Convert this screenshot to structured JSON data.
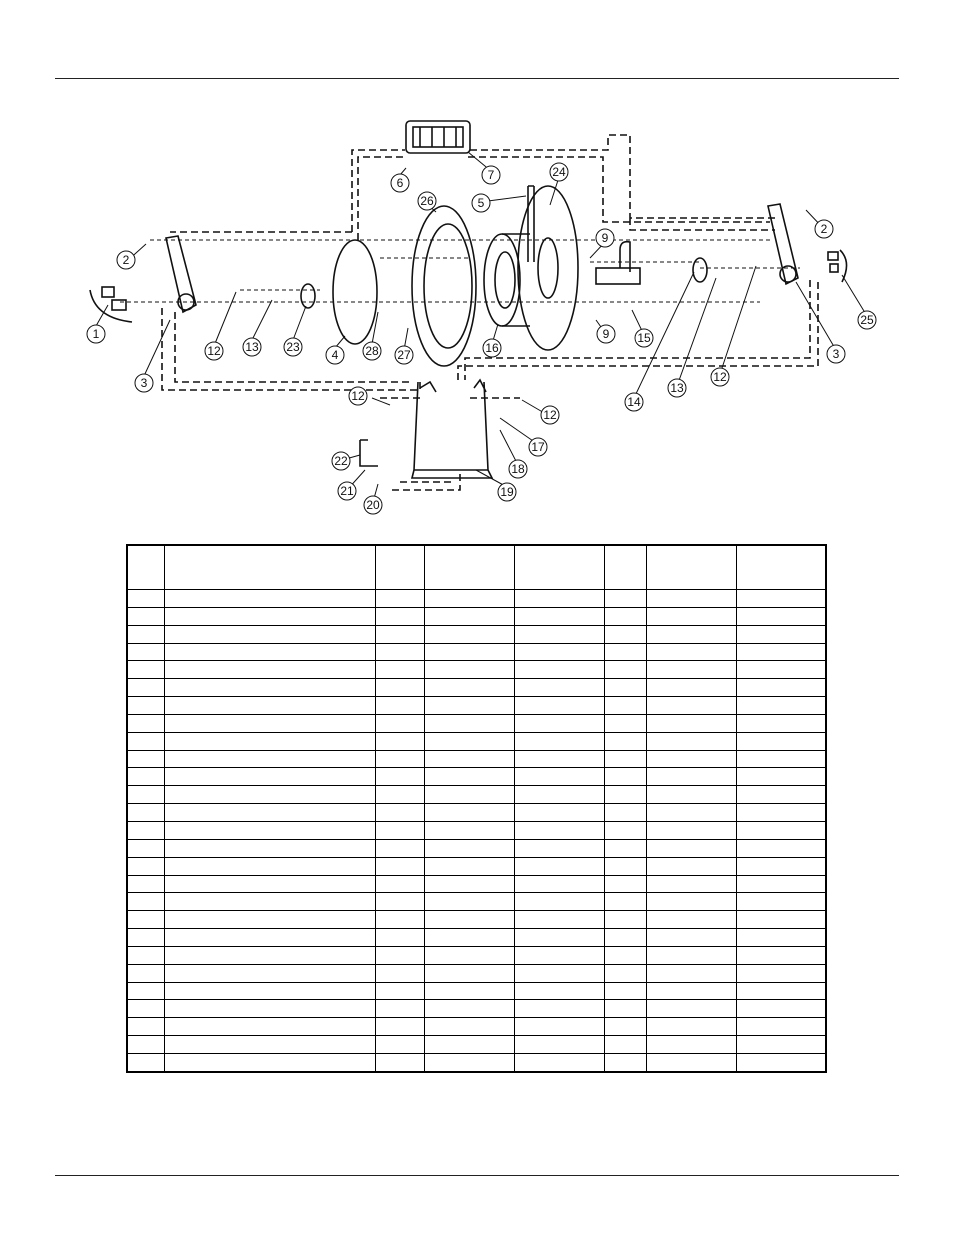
{
  "diagram": {
    "callouts": [
      "1",
      "2",
      "3",
      "4",
      "5",
      "6",
      "7",
      "9",
      "12",
      "13",
      "14",
      "15",
      "16",
      "17",
      "18",
      "19",
      "20",
      "21",
      "22",
      "23",
      "24",
      "25",
      "26",
      "27",
      "28"
    ]
  },
  "parts_table": {
    "columns": [
      "",
      "",
      "",
      "",
      "",
      "",
      "",
      ""
    ],
    "rows": [
      [
        "",
        "",
        "",
        "",
        "",
        "",
        "",
        ""
      ],
      [
        "",
        "",
        "",
        "",
        "",
        "",
        "",
        ""
      ],
      [
        "",
        "",
        "",
        "",
        "",
        "",
        "",
        ""
      ],
      [
        "",
        "",
        "",
        "",
        "",
        "",
        "",
        ""
      ],
      [
        "",
        "",
        "",
        "",
        "",
        "",
        "",
        ""
      ],
      [
        "",
        "",
        "",
        "",
        "",
        "",
        "",
        ""
      ],
      [
        "",
        "",
        "",
        "",
        "",
        "",
        "",
        ""
      ],
      [
        "",
        "",
        "",
        "",
        "",
        "",
        "",
        ""
      ],
      [
        "",
        "",
        "",
        "",
        "",
        "",
        "",
        ""
      ],
      [
        "",
        "",
        "",
        "",
        "",
        "",
        "",
        ""
      ],
      [
        "",
        "",
        "",
        "",
        "",
        "",
        "",
        ""
      ],
      [
        "",
        "",
        "",
        "",
        "",
        "",
        "",
        ""
      ],
      [
        "",
        "",
        "",
        "",
        "",
        "",
        "",
        ""
      ],
      [
        "",
        "",
        "",
        "",
        "",
        "",
        "",
        ""
      ],
      [
        "",
        "",
        "",
        "",
        "",
        "",
        "",
        ""
      ],
      [
        "",
        "",
        "",
        "",
        "",
        "",
        "",
        ""
      ],
      [
        "",
        "",
        "",
        "",
        "",
        "",
        "",
        ""
      ],
      [
        "",
        "",
        "",
        "",
        "",
        "",
        "",
        ""
      ],
      [
        "",
        "",
        "",
        "",
        "",
        "",
        "",
        ""
      ],
      [
        "",
        "",
        "",
        "",
        "",
        "",
        "",
        ""
      ],
      [
        "",
        "",
        "",
        "",
        "",
        "",
        "",
        ""
      ],
      [
        "",
        "",
        "",
        "",
        "",
        "",
        "",
        ""
      ],
      [
        "",
        "",
        "",
        "",
        "",
        "",
        "",
        ""
      ],
      [
        "",
        "",
        "",
        "",
        "",
        "",
        "",
        ""
      ],
      [
        "",
        "",
        "",
        "",
        "",
        "",
        "",
        ""
      ],
      [
        "",
        "",
        "",
        "",
        "",
        "",
        "",
        ""
      ],
      [
        "",
        "",
        "",
        "",
        "",
        "",
        "",
        ""
      ]
    ]
  }
}
